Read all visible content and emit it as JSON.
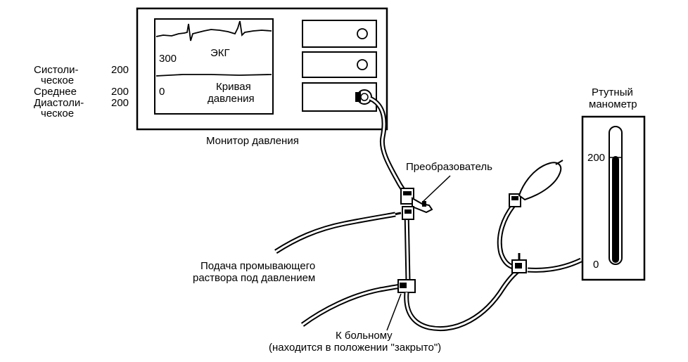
{
  "monitor": {
    "ecg_label": "ЭКГ",
    "scale_top": "300",
    "scale_bottom": "0",
    "pressure_curve_label": [
      "Кривая",
      "давления"
    ],
    "caption": "Монитор давления"
  },
  "readouts": [
    {
      "label_lines": [
        "Систоли-",
        "ческое"
      ],
      "value": "200"
    },
    {
      "label_lines": [
        "Среднее"
      ],
      "value": "200"
    },
    {
      "label_lines": [
        "Диастоли-",
        "ческое"
      ],
      "value": "200"
    }
  ],
  "manometer": {
    "title_lines": [
      "Ртутный",
      "манометр"
    ],
    "scale_top": "200",
    "scale_bottom": "0"
  },
  "callouts": {
    "transducer": "Преобразователь",
    "flush_solution": [
      "Подача промывающего",
      "раствора под давлением"
    ],
    "to_patient": [
      "К больному",
      "(находится в положении \"закрыто\")"
    ]
  }
}
